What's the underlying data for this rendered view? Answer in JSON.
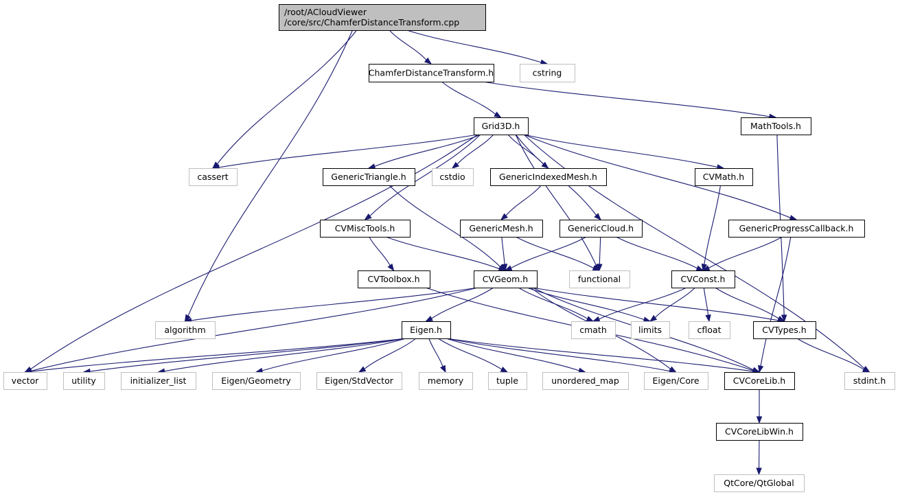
{
  "graph": {
    "colors": {
      "edge": "#191970",
      "root_fill": "#bfbfbf",
      "root_border": "#000000",
      "internal_border": "#000000",
      "external_border": "#bfbfbf"
    },
    "nodes": [
      {
        "id": "root",
        "kind": "root",
        "lines": [
          "/root/ACloudViewer",
          "/core/src/ChamferDistanceTransform.cpp"
        ]
      },
      {
        "id": "cdt_h",
        "kind": "internal",
        "lines": [
          "ChamferDistanceTransform.h"
        ]
      },
      {
        "id": "cstring",
        "kind": "external",
        "lines": [
          "cstring"
        ]
      },
      {
        "id": "grid3d",
        "kind": "internal",
        "lines": [
          "Grid3D.h"
        ]
      },
      {
        "id": "mathtools",
        "kind": "internal",
        "lines": [
          "MathTools.h"
        ]
      },
      {
        "id": "cassert",
        "kind": "external",
        "lines": [
          "cassert"
        ]
      },
      {
        "id": "gentri",
        "kind": "internal",
        "lines": [
          "GenericTriangle.h"
        ]
      },
      {
        "id": "cstdio",
        "kind": "external",
        "lines": [
          "cstdio"
        ]
      },
      {
        "id": "genidxmesh",
        "kind": "internal",
        "lines": [
          "GenericIndexedMesh.h"
        ]
      },
      {
        "id": "cvmath",
        "kind": "internal",
        "lines": [
          "CVMath.h"
        ]
      },
      {
        "id": "cvmisc",
        "kind": "internal",
        "lines": [
          "CVMiscTools.h"
        ]
      },
      {
        "id": "genmesh",
        "kind": "internal",
        "lines": [
          "GenericMesh.h"
        ]
      },
      {
        "id": "gencloud",
        "kind": "internal",
        "lines": [
          "GenericCloud.h"
        ]
      },
      {
        "id": "genprog",
        "kind": "internal",
        "lines": [
          "GenericProgressCallback.h"
        ]
      },
      {
        "id": "cvtoolbox",
        "kind": "internal",
        "lines": [
          "CVToolbox.h"
        ]
      },
      {
        "id": "cvgeom",
        "kind": "internal",
        "lines": [
          "CVGeom.h"
        ]
      },
      {
        "id": "functional",
        "kind": "external",
        "lines": [
          "functional"
        ]
      },
      {
        "id": "cvconst",
        "kind": "internal",
        "lines": [
          "CVConst.h"
        ]
      },
      {
        "id": "algorithm",
        "kind": "external",
        "lines": [
          "algorithm"
        ]
      },
      {
        "id": "eigen",
        "kind": "internal",
        "lines": [
          "Eigen.h"
        ]
      },
      {
        "id": "cmath",
        "kind": "external",
        "lines": [
          "cmath"
        ]
      },
      {
        "id": "limits",
        "kind": "external",
        "lines": [
          "limits"
        ]
      },
      {
        "id": "cfloat",
        "kind": "external",
        "lines": [
          "cfloat"
        ]
      },
      {
        "id": "cvtypes",
        "kind": "internal",
        "lines": [
          "CVTypes.h"
        ]
      },
      {
        "id": "vector",
        "kind": "external",
        "lines": [
          "vector"
        ]
      },
      {
        "id": "utility",
        "kind": "external",
        "lines": [
          "utility"
        ]
      },
      {
        "id": "initlist",
        "kind": "external",
        "lines": [
          "initializer_list"
        ]
      },
      {
        "id": "eigengeom",
        "kind": "external",
        "lines": [
          "Eigen/Geometry"
        ]
      },
      {
        "id": "eigenstdvec",
        "kind": "external",
        "lines": [
          "Eigen/StdVector"
        ]
      },
      {
        "id": "memory",
        "kind": "external",
        "lines": [
          "memory"
        ]
      },
      {
        "id": "tuple",
        "kind": "external",
        "lines": [
          "tuple"
        ]
      },
      {
        "id": "unordmap",
        "kind": "external",
        "lines": [
          "unordered_map"
        ]
      },
      {
        "id": "eigencore",
        "kind": "external",
        "lines": [
          "Eigen/Core"
        ]
      },
      {
        "id": "cvcorelib",
        "kind": "internal",
        "lines": [
          "CVCoreLib.h"
        ]
      },
      {
        "id": "stdint",
        "kind": "external",
        "lines": [
          "stdint.h"
        ]
      },
      {
        "id": "cvcorelibwin",
        "kind": "internal",
        "lines": [
          "CVCoreLibWin.h"
        ]
      },
      {
        "id": "qtglobal",
        "kind": "external",
        "lines": [
          "QtCore/QtGlobal"
        ]
      }
    ],
    "edges": [
      [
        "root",
        "algorithm"
      ],
      [
        "root",
        "cassert"
      ],
      [
        "root",
        "cdt_h"
      ],
      [
        "root",
        "cstring"
      ],
      [
        "cdt_h",
        "grid3d"
      ],
      [
        "cdt_h",
        "mathtools"
      ],
      [
        "grid3d",
        "cassert"
      ],
      [
        "grid3d",
        "gentri"
      ],
      [
        "grid3d",
        "cstdio"
      ],
      [
        "grid3d",
        "genidxmesh"
      ],
      [
        "grid3d",
        "cvmath"
      ],
      [
        "grid3d",
        "cvmisc"
      ],
      [
        "grid3d",
        "gencloud"
      ],
      [
        "grid3d",
        "functional"
      ],
      [
        "grid3d",
        "genprog"
      ],
      [
        "grid3d",
        "stdint"
      ],
      [
        "grid3d",
        "vector"
      ],
      [
        "mathtools",
        "cvtypes"
      ],
      [
        "gentri",
        "cvgeom"
      ],
      [
        "genidxmesh",
        "genmesh"
      ],
      [
        "cvmath",
        "cvconst"
      ],
      [
        "cvmisc",
        "cvtoolbox"
      ],
      [
        "cvmisc",
        "cvgeom"
      ],
      [
        "genmesh",
        "cvgeom"
      ],
      [
        "genmesh",
        "functional"
      ],
      [
        "gencloud",
        "cvgeom"
      ],
      [
        "gencloud",
        "functional"
      ],
      [
        "gencloud",
        "cvconst"
      ],
      [
        "genprog",
        "cvconst"
      ],
      [
        "genprog",
        "cvcorelib"
      ],
      [
        "cvtoolbox",
        "cvcorelib"
      ],
      [
        "cvgeom",
        "algorithm"
      ],
      [
        "cvgeom",
        "vector"
      ],
      [
        "cvgeom",
        "eigen"
      ],
      [
        "cvgeom",
        "cmath"
      ],
      [
        "cvgeom",
        "limits"
      ],
      [
        "cvgeom",
        "cvtypes"
      ],
      [
        "cvgeom",
        "cvcorelib"
      ],
      [
        "cvgeom",
        "eigencore"
      ],
      [
        "cvconst",
        "cmath"
      ],
      [
        "cvconst",
        "limits"
      ],
      [
        "cvconst",
        "cfloat"
      ],
      [
        "cvconst",
        "cvtypes"
      ],
      [
        "cvtypes",
        "stdint"
      ],
      [
        "eigen",
        "vector"
      ],
      [
        "eigen",
        "utility"
      ],
      [
        "eigen",
        "initlist"
      ],
      [
        "eigen",
        "eigengeom"
      ],
      [
        "eigen",
        "eigenstdvec"
      ],
      [
        "eigen",
        "memory"
      ],
      [
        "eigen",
        "tuple"
      ],
      [
        "eigen",
        "unordmap"
      ],
      [
        "eigen",
        "eigencore"
      ],
      [
        "eigen",
        "cvcorelib"
      ],
      [
        "cvcorelib",
        "cvcorelibwin"
      ],
      [
        "cvcorelibwin",
        "qtglobal"
      ]
    ]
  }
}
